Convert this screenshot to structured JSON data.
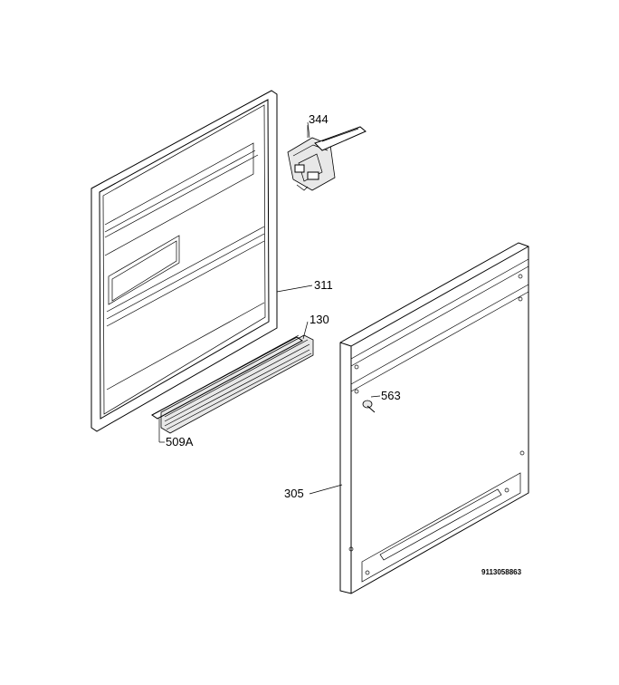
{
  "labels": {
    "p344": "344",
    "p311": "311",
    "p130": "130",
    "p563": "563",
    "p509a": "509A",
    "p305": "305"
  },
  "drawing_code": "9113058863"
}
